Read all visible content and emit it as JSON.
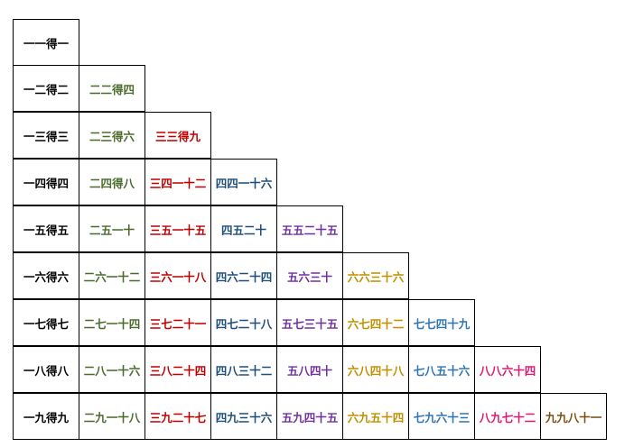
{
  "colors": [
    "#000000",
    "#4a6b2c",
    "#c00000",
    "#1f4e79",
    "#7030a0",
    "#bf9000",
    "#2e75b6",
    "#e0196e",
    "#7b4f12"
  ],
  "rows": [
    [
      "一一得一"
    ],
    [
      "一二得二",
      "二二得四"
    ],
    [
      "一三得三",
      "二三得六",
      "三三得九"
    ],
    [
      "一四得四",
      "二四得八",
      "三四一十二",
      "四四一十六"
    ],
    [
      "一五得五",
      "二五一十",
      "三五一十五",
      "四五二十",
      "五五二十五"
    ],
    [
      "一六得六",
      "二六一十二",
      "三六一十八",
      "四六二十四",
      "五六三十",
      "六六三十六"
    ],
    [
      "一七得七",
      "二七一十四",
      "三七二十一",
      "四七二十八",
      "五七三十五",
      "六七四十二",
      "七七四十九"
    ],
    [
      "一八得八",
      "二八一十六",
      "三八二十四",
      "四八三十二",
      "五八四十",
      "六八四十八",
      "七八五十六",
      "八八六十四"
    ],
    [
      "一九得九",
      "二九一十八",
      "三九二十七",
      "四九三十六",
      "五九四十五",
      "六九五十四",
      "七九六十三",
      "八九七十二",
      "九九八十一"
    ]
  ]
}
